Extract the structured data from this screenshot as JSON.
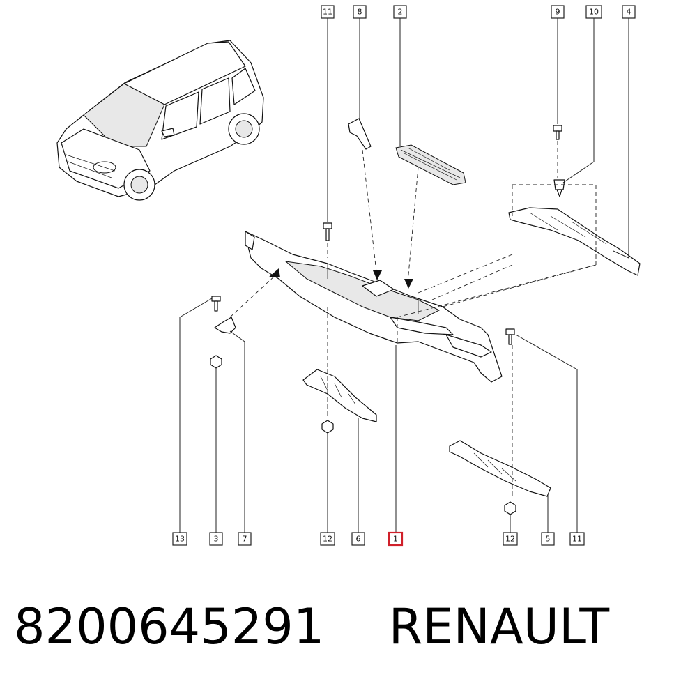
{
  "callouts": [
    {
      "id": "c11-top",
      "label": "11"
    },
    {
      "id": "c8",
      "label": "8"
    },
    {
      "id": "c2",
      "label": "2"
    },
    {
      "id": "c9",
      "label": "9"
    },
    {
      "id": "c10",
      "label": "10"
    },
    {
      "id": "c4",
      "label": "4"
    },
    {
      "id": "c13",
      "label": "13"
    },
    {
      "id": "c3",
      "label": "3"
    },
    {
      "id": "c7",
      "label": "7"
    },
    {
      "id": "c12-left",
      "label": "12"
    },
    {
      "id": "c6",
      "label": "6"
    },
    {
      "id": "c1",
      "label": "1",
      "highlight": true
    },
    {
      "id": "c12-right",
      "label": "12"
    },
    {
      "id": "c5",
      "label": "5"
    },
    {
      "id": "c11-bottom",
      "label": "11"
    }
  ],
  "footer": {
    "part_number": "8200645291",
    "brand": "RENAULT"
  },
  "colors": {
    "highlight": "#d0202a",
    "line": "#222222"
  }
}
